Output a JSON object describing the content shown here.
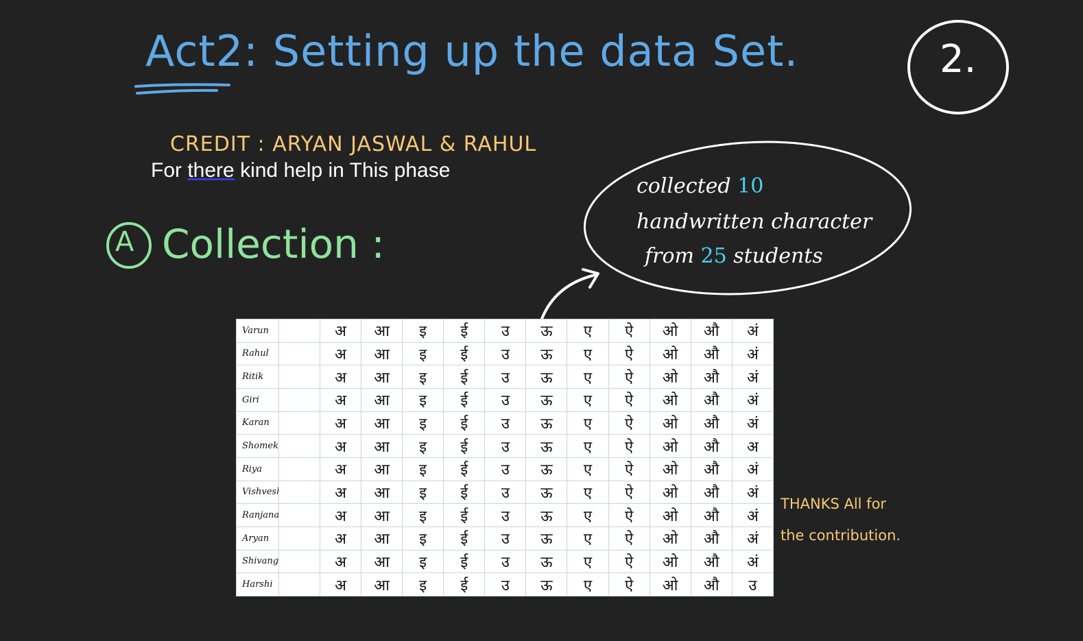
{
  "title": "Act2: Setting up the data Set.",
  "page_number": "2.",
  "credit": {
    "line": "CREDIT : ARYAN JASWAL & RAHUL",
    "sub_prefix": "For ",
    "sub_underlined": "there",
    "sub_suffix": " kind help in This phase"
  },
  "section": {
    "letter": "A",
    "title": "Collection :"
  },
  "bubble": {
    "line1_prefix": "collected ",
    "line1_number": "10",
    "line2": "handwritten character",
    "line3_prefix": "from ",
    "line3_number": "25",
    "line3_suffix": " students"
  },
  "sheet": {
    "rows": [
      {
        "name": "Varun",
        "chars": [
          "अ",
          "आ",
          "इ",
          "ई",
          "उ",
          "ऊ",
          "ए",
          "ऐ",
          "ओ",
          "औ",
          "अं"
        ]
      },
      {
        "name": "Rahul",
        "chars": [
          "अ",
          "आ",
          "इ",
          "ई",
          "उ",
          "ऊ",
          "ए",
          "ऐ",
          "ओ",
          "औ",
          "अं"
        ]
      },
      {
        "name": "Ritik",
        "chars": [
          "अ",
          "आ",
          "इ",
          "ई",
          "उ",
          "ऊ",
          "ए",
          "ऐ",
          "ओ",
          "औ",
          "अं"
        ]
      },
      {
        "name": "Giri",
        "chars": [
          "अ",
          "आ",
          "इ",
          "ई",
          "उ",
          "ऊ",
          "ए",
          "ऐ",
          "ओ",
          "औ",
          "अं"
        ]
      },
      {
        "name": "Karan",
        "chars": [
          "अ",
          "आ",
          "इ",
          "ई",
          "उ",
          "ऊ",
          "ए",
          "ऐ",
          "ओ",
          "औ",
          "अं"
        ]
      },
      {
        "name": "Shomek",
        "chars": [
          "अ",
          "आ",
          "इ",
          "ई",
          "उ",
          "ऊ",
          "ए",
          "ऐ",
          "ओ",
          "औ",
          "अ"
        ]
      },
      {
        "name": "Riya",
        "chars": [
          "अ",
          "आ",
          "इ",
          "ई",
          "उ",
          "ऊ",
          "ए",
          "ऐ",
          "ओ",
          "औ",
          "अं"
        ]
      },
      {
        "name": "Vishvesh",
        "chars": [
          "अ",
          "आ",
          "इ",
          "ई",
          "उ",
          "ऊ",
          "ए",
          "ऐ",
          "ओ",
          "औ",
          "अं"
        ]
      },
      {
        "name": "Ranjana",
        "chars": [
          "अ",
          "आ",
          "इ",
          "ई",
          "उ",
          "ऊ",
          "ए",
          "ऐ",
          "ओ",
          "औ",
          "अं"
        ]
      },
      {
        "name": "Aryan",
        "chars": [
          "अ",
          "आ",
          "इ",
          "ई",
          "उ",
          "ऊ",
          "ए",
          "ऐ",
          "ओ",
          "औ",
          "अं"
        ]
      },
      {
        "name": "Shivangi",
        "chars": [
          "अ",
          "आ",
          "इ",
          "ई",
          "उ",
          "ऊ",
          "ए",
          "ऐ",
          "ओ",
          "औ",
          "अं"
        ]
      },
      {
        "name": "Harshi",
        "chars": [
          "अ",
          "आ",
          "इ",
          "ई",
          "उ",
          "ऊ",
          "ए",
          "ऐ",
          "ओ",
          "औ",
          "उ"
        ]
      }
    ]
  },
  "thanks": {
    "line1": "THANKS All for",
    "line2": "the contribution."
  },
  "colors": {
    "background": "#222222",
    "title": "#5fa8e6",
    "credit": "#f7c873",
    "section": "#8fe39b",
    "highlight": "#4ad0ee"
  }
}
